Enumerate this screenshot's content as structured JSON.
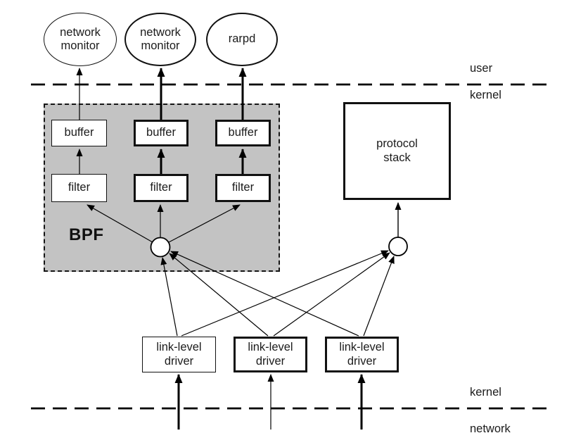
{
  "diagram": {
    "processes": [
      {
        "label": "network\nmonitor"
      },
      {
        "label": "network\nmonitor"
      },
      {
        "label": "rarpd"
      }
    ],
    "bpf": {
      "label": "BPF",
      "buffers": [
        {
          "label": "buffer"
        },
        {
          "label": "buffer"
        },
        {
          "label": "buffer"
        }
      ],
      "filters": [
        {
          "label": "filter"
        },
        {
          "label": "filter"
        },
        {
          "label": "filter"
        }
      ]
    },
    "protocol_stack": {
      "label": "protocol\nstack"
    },
    "drivers": [
      {
        "label": "link-level\ndriver"
      },
      {
        "label": "link-level\ndriver"
      },
      {
        "label": "link-level\ndriver"
      }
    ],
    "boundaries": {
      "user": "user",
      "kernel_top": "kernel",
      "kernel_bottom": "kernel",
      "network": "network"
    },
    "colors": {
      "bpf_fill": "#c3c3c3",
      "stroke": "#000000",
      "box_fill": "#ffffff"
    }
  }
}
